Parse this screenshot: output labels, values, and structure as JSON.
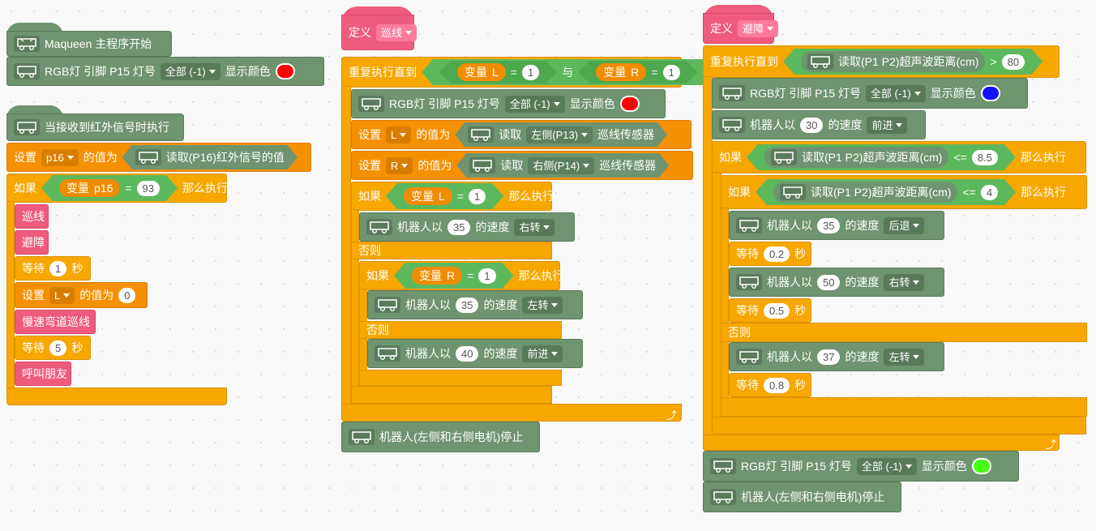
{
  "labels": {
    "main_start": "Maqueen 主程序开始",
    "rgb_led": "RGB灯 引脚 P15 灯号",
    "all": "全部 (-1)",
    "show_color": "显示颜色",
    "on_ir": "当接收到红外信号时执行",
    "set": "设置",
    "value_of": "的值为",
    "read_p16": "读取(P16)红外信号的值",
    "if": "如果",
    "then": "那么执行",
    "else": "否则",
    "variable": "变量",
    "var_p16": "p16",
    "var_L": "L",
    "var_R": "R",
    "eq": "=",
    "and": "与",
    "call_patrol": "巡线",
    "call_avoid": "避障",
    "call_slow": "慢速弯道巡线",
    "call_friend": "呼叫朋友",
    "wait": "等待",
    "sec": "秒",
    "define": "定义",
    "repeat_until": "重复执行直到",
    "read": "读取",
    "left_p13": "左侧(P13)",
    "right_p14": "右侧(P14)",
    "line_sensor": "巡线传感器",
    "robot_at": "机器人以",
    "speed_of": "的速度",
    "turn_right": "右转",
    "turn_left": "左转",
    "forward": "前进",
    "backward": "后退",
    "stop": "机器人(左侧和右侧电机)停止",
    "ultra": "读取(P1 P2)超声波距离(cm)",
    "gt": ">",
    "le": "<="
  },
  "values": {
    "p16_eq": "93",
    "one": "1",
    "zero": "0",
    "five": "5",
    "s35": "35",
    "s40": "40",
    "s30": "30",
    "s50": "50",
    "s37": "37",
    "d80": "80",
    "d85": "8.5",
    "d4": "4",
    "w02": "0.2",
    "w05": "0.5",
    "w08": "0.8"
  },
  "colors": {
    "red": "#ff0000",
    "blue": "#1212ff",
    "green": "#45ff12"
  },
  "icons": {
    "robot": "robot-car-icon",
    "loop_arrow": "loop-arrow-icon"
  }
}
